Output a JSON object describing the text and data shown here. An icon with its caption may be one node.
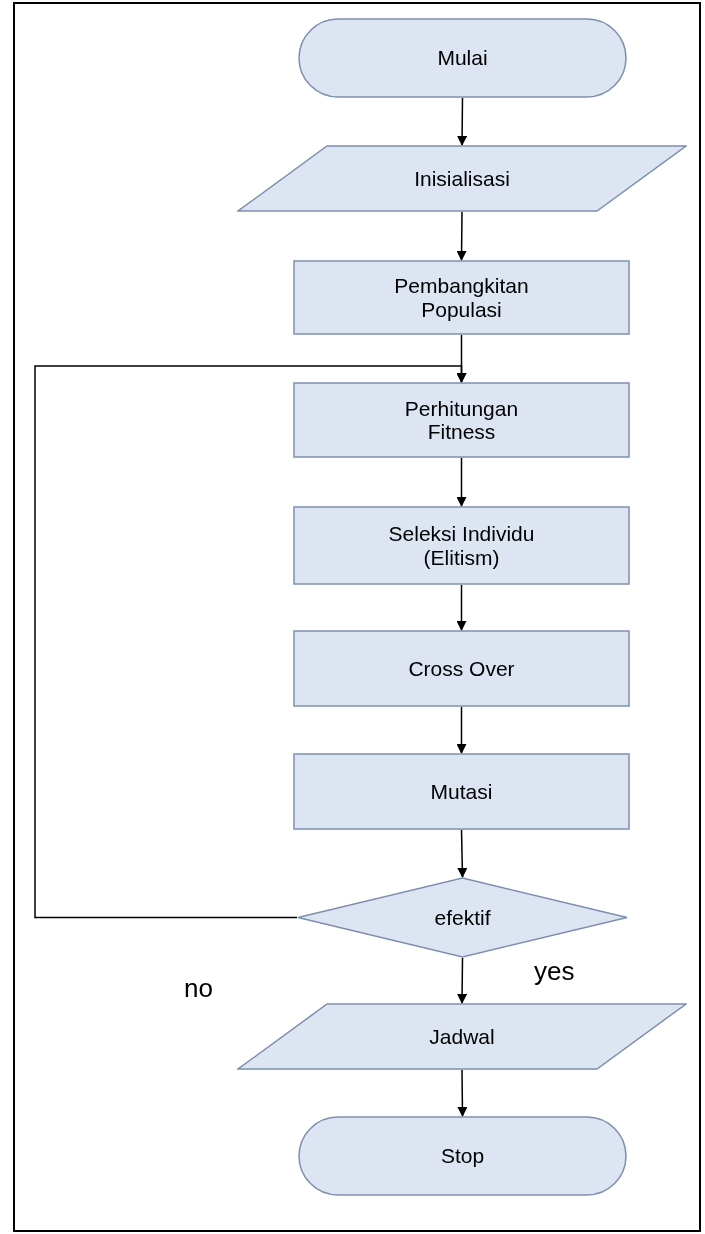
{
  "diagram": {
    "nodes": [
      {
        "text": [
          "Mulai"
        ]
      },
      {
        "text": [
          "Inisialisasi"
        ]
      },
      {
        "text": [
          "Pembangkitan Populasi"
        ]
      },
      {
        "text": [
          "Perhitungan Fitness"
        ]
      },
      {
        "text": [
          "Seleksi Individu (Elitism)"
        ]
      },
      {
        "text": [
          "Cross Over"
        ]
      },
      {
        "text": [
          "Mutasi"
        ]
      },
      {
        "text": [
          "efektif"
        ]
      },
      {
        "text": [
          "Jadwal"
        ]
      },
      {
        "text": [
          "Stop"
        ]
      }
    ],
    "edges": [
      {
        "from": 0,
        "to": 1,
        "arrow": "to"
      },
      {
        "from": 1,
        "to": 2,
        "arrow": "to"
      },
      {
        "from": 2,
        "to": 3,
        "arrow": "to"
      },
      {
        "from": 3,
        "to": 4,
        "arrow": "to"
      },
      {
        "from": 4,
        "to": 5,
        "arrow": "to"
      },
      {
        "from": 5,
        "to": 6,
        "arrow": "to"
      },
      {
        "from": 6,
        "to": 7,
        "arrow": "to"
      },
      {
        "from": 7,
        "to": 3,
        "arrow": "to",
        "label": "no"
      },
      {
        "from": 7,
        "to": 8,
        "arrow": "to",
        "label": "yes"
      },
      {
        "from": 8,
        "to": 9,
        "arrow": "to"
      }
    ]
  }
}
